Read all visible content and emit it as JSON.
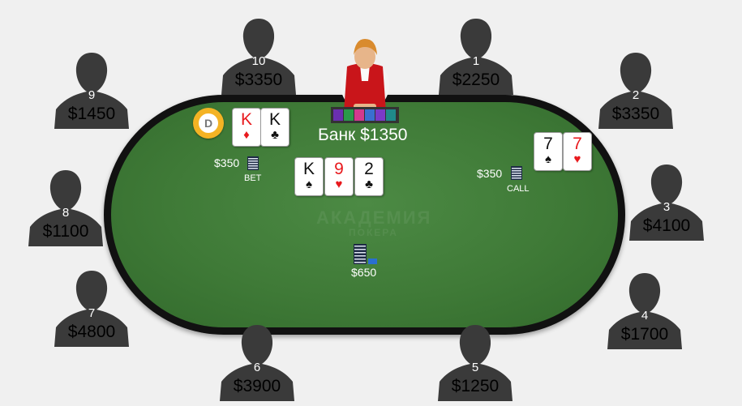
{
  "seats": [
    {
      "seat": "1",
      "stack": "$2250"
    },
    {
      "seat": "2",
      "stack": "$3350"
    },
    {
      "seat": "3",
      "stack": "$4100"
    },
    {
      "seat": "4",
      "stack": "$1700"
    },
    {
      "seat": "5",
      "stack": "$1250"
    },
    {
      "seat": "6",
      "stack": "$3900"
    },
    {
      "seat": "7",
      "stack": "$4800"
    },
    {
      "seat": "8",
      "stack": "$1100"
    },
    {
      "seat": "9",
      "stack": "$1450"
    },
    {
      "seat": "10",
      "stack": "$3350"
    }
  ],
  "pot": {
    "label": "Банк $1350"
  },
  "board": [
    {
      "rank": "K",
      "suit": "♠",
      "color": "black"
    },
    {
      "rank": "9",
      "suit": "♥",
      "color": "red"
    },
    {
      "rank": "2",
      "suit": "♣",
      "color": "black"
    }
  ],
  "hero_hand": [
    {
      "rank": "K",
      "suit": "♦",
      "color": "red"
    },
    {
      "rank": "K",
      "suit": "♣",
      "color": "black"
    }
  ],
  "villain_hand": [
    {
      "rank": "7",
      "suit": "♠",
      "color": "black"
    },
    {
      "rank": "7",
      "suit": "♥",
      "color": "red"
    }
  ],
  "bets": {
    "hero": {
      "amount": "$350",
      "action": "BET"
    },
    "villain": {
      "amount": "$350",
      "action": "CALL"
    },
    "center": {
      "amount": "$650"
    }
  },
  "dealer_button": "D",
  "watermark": {
    "line1": "АКАДЕМИЯ",
    "line2": "ПОКЕРА"
  },
  "colors": {
    "felt": "#3f7a37",
    "rail": "#111111",
    "dealer_button": "#f4b324",
    "red_suit": "#e8191d"
  },
  "icons": {
    "player": "player-silhouette-icon",
    "chips": "chip-stack-icon",
    "dealer": "dealer-figure-icon"
  }
}
